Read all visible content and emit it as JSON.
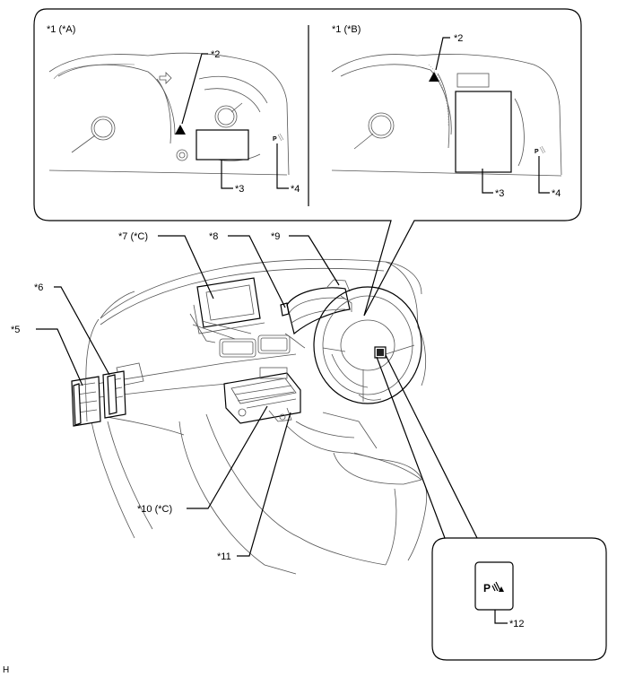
{
  "labels": {
    "cluster_a": "*1 (*A)",
    "cluster_b": "*1 (*B)",
    "l2a": "*2",
    "l2b": "*2",
    "l3a": "*3",
    "l3b": "*3",
    "l4a": "*4",
    "l4b": "*4",
    "l5": "*5",
    "l6": "*6",
    "l7": "*7 (*C)",
    "l8": "*8",
    "l9": "*9",
    "l10": "*10 (*C)",
    "l11": "*11",
    "l12": "*12",
    "corner": "H"
  },
  "switch_glyph": "P",
  "icons": [
    "warning-triangle-icon",
    "parking-sensor-icon",
    "turn-arrow-icon"
  ]
}
